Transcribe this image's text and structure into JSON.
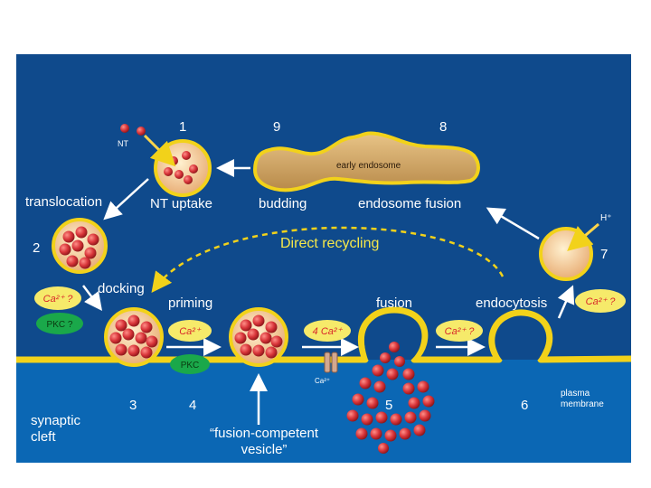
{
  "diagram": {
    "labels": {
      "nt": "NT",
      "nt_uptake": "NT uptake",
      "budding": "budding",
      "endosome_fusion": "endosome fusion",
      "early_endosome": "early endosome",
      "translocation": "translocation",
      "direct_recycling": "Direct recycling",
      "docking": "docking",
      "priming": "priming",
      "fusion": "fusion",
      "endocytosis": "endocytosis",
      "synaptic": "synaptic",
      "cleft": "cleft",
      "fusion_competent_1": "“fusion-competent",
      "fusion_competent_2": "vesicle”",
      "plasma": "plasma",
      "membrane": "membrane",
      "proton": "H⁺",
      "channel_ca": "Ca²⁺"
    },
    "steps": {
      "s1": "1",
      "s2": "2",
      "s3": "3",
      "s4": "4",
      "s5": "5",
      "s6": "6",
      "s7": "7",
      "s8": "8",
      "s9": "9"
    },
    "badges": {
      "ca_q_left": "Ca²⁺ ?",
      "pkc_q": "PKC ?",
      "ca_priming": "Ca²⁺",
      "pkc_priming": "PKC",
      "ca_fusion": "4 Ca²⁺",
      "ca_q_endo1": "Ca²⁺ ?",
      "ca_q_endo2": "Ca²⁺ ?"
    },
    "colors": {
      "background": "#0f4a8c",
      "cleft": "#0b66b3",
      "membrane": "#f2d21a",
      "vesicle_fill": "#f0b888",
      "nt_ball": "#d8353a",
      "endosome_fill": "#d8b070",
      "pkc_badge": "#1aa84a"
    }
  }
}
